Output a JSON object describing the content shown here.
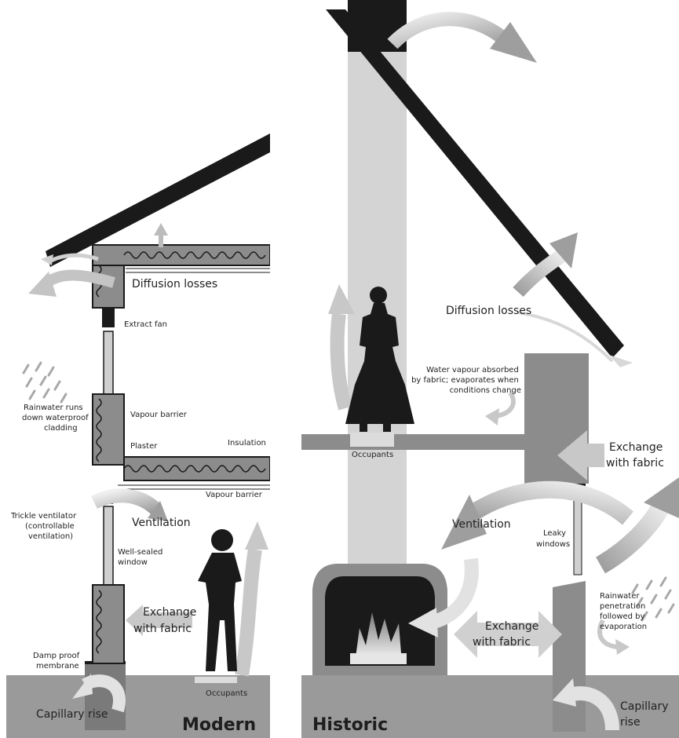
{
  "panels": {
    "modern": "Modern",
    "historic": "Historic"
  },
  "modern_labels": {
    "diffusion": "Diffusion losses",
    "extract_fan": "Extract fan",
    "rainwater": [
      "Rainwater runs",
      "down waterproof",
      "cladding"
    ],
    "vapour_barrier_1": "Vapour barrier",
    "plaster": "Plaster",
    "insulation": "Insulation",
    "vapour_barrier_2": "Vapour barrier",
    "trickle": [
      "Trickle ventilator",
      "(controllable",
      "ventilation)"
    ],
    "ventilation": "Ventilation",
    "window": [
      "Well-sealed",
      "window"
    ],
    "exchange": [
      "Exchange",
      "with fabric"
    ],
    "damp": [
      "Damp proof",
      "membrane"
    ],
    "occupants": "Occupants",
    "capillary": "Capillary rise"
  },
  "historic_labels": {
    "diffusion": "Diffusion losses",
    "water_vapour": [
      "Water vapour absorbed",
      "by fabric; evaporates when",
      "conditions change"
    ],
    "occupants": "Occupants",
    "exchange_right": [
      "Exchange",
      "with fabric"
    ],
    "ventilation": "Ventilation",
    "leaky": [
      "Leaky",
      "windows"
    ],
    "rainwater": [
      "Rainwater",
      "penetration",
      "followed by",
      "evaporation"
    ],
    "exchange_fire": [
      "Exchange",
      "with fabric"
    ],
    "capillary": [
      "Capillary",
      "rise"
    ]
  },
  "colors": {
    "dark": "#1a1a1a",
    "wall": "#8c8c8c",
    "ground": "#9a9a9a",
    "light": "#d4d4d4",
    "arrow": "#bcbcbc"
  }
}
